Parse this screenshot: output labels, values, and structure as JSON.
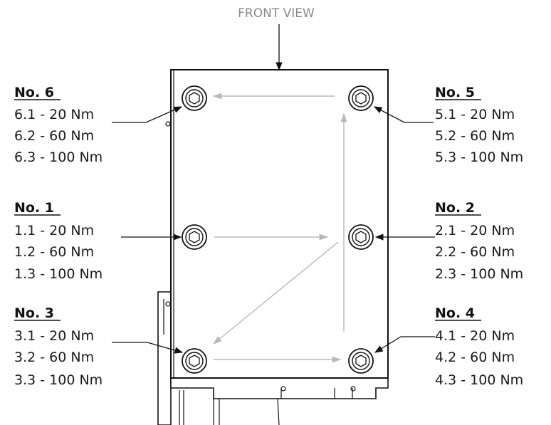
{
  "view_label": "FRONT VIEW",
  "bolt_groups": {
    "no6": {
      "title": "No. 6",
      "steps": [
        "6.1 - 20 Nm",
        "6.2 - 60 Nm",
        "6.3 - 100 Nm"
      ]
    },
    "no5": {
      "title": "No. 5",
      "steps": [
        "5.1 - 20 Nm",
        "5.2 - 60 Nm",
        "5.3 - 100 Nm"
      ]
    },
    "no1": {
      "title": "No. 1",
      "steps": [
        "1.1 - 20 Nm",
        "1.2 - 60 Nm",
        "1.3 - 100 Nm"
      ]
    },
    "no2": {
      "title": "No. 2",
      "steps": [
        "2.1 - 20 Nm",
        "2.2 - 60 Nm",
        "2.3 - 100 Nm"
      ]
    },
    "no3": {
      "title": "No. 3",
      "steps": [
        "3.1 - 20 Nm",
        "3.2 - 60 Nm",
        "3.3 - 100 Nm"
      ]
    },
    "no4": {
      "title": "No. 4",
      "steps": [
        "4.1 - 20 Nm",
        "4.2 - 60 Nm",
        "4.3 - 100 Nm"
      ]
    }
  },
  "colors": {
    "outline": "#111111",
    "sequence_arrow": "#b8b8b8",
    "view_label": "#8a8a8a"
  }
}
